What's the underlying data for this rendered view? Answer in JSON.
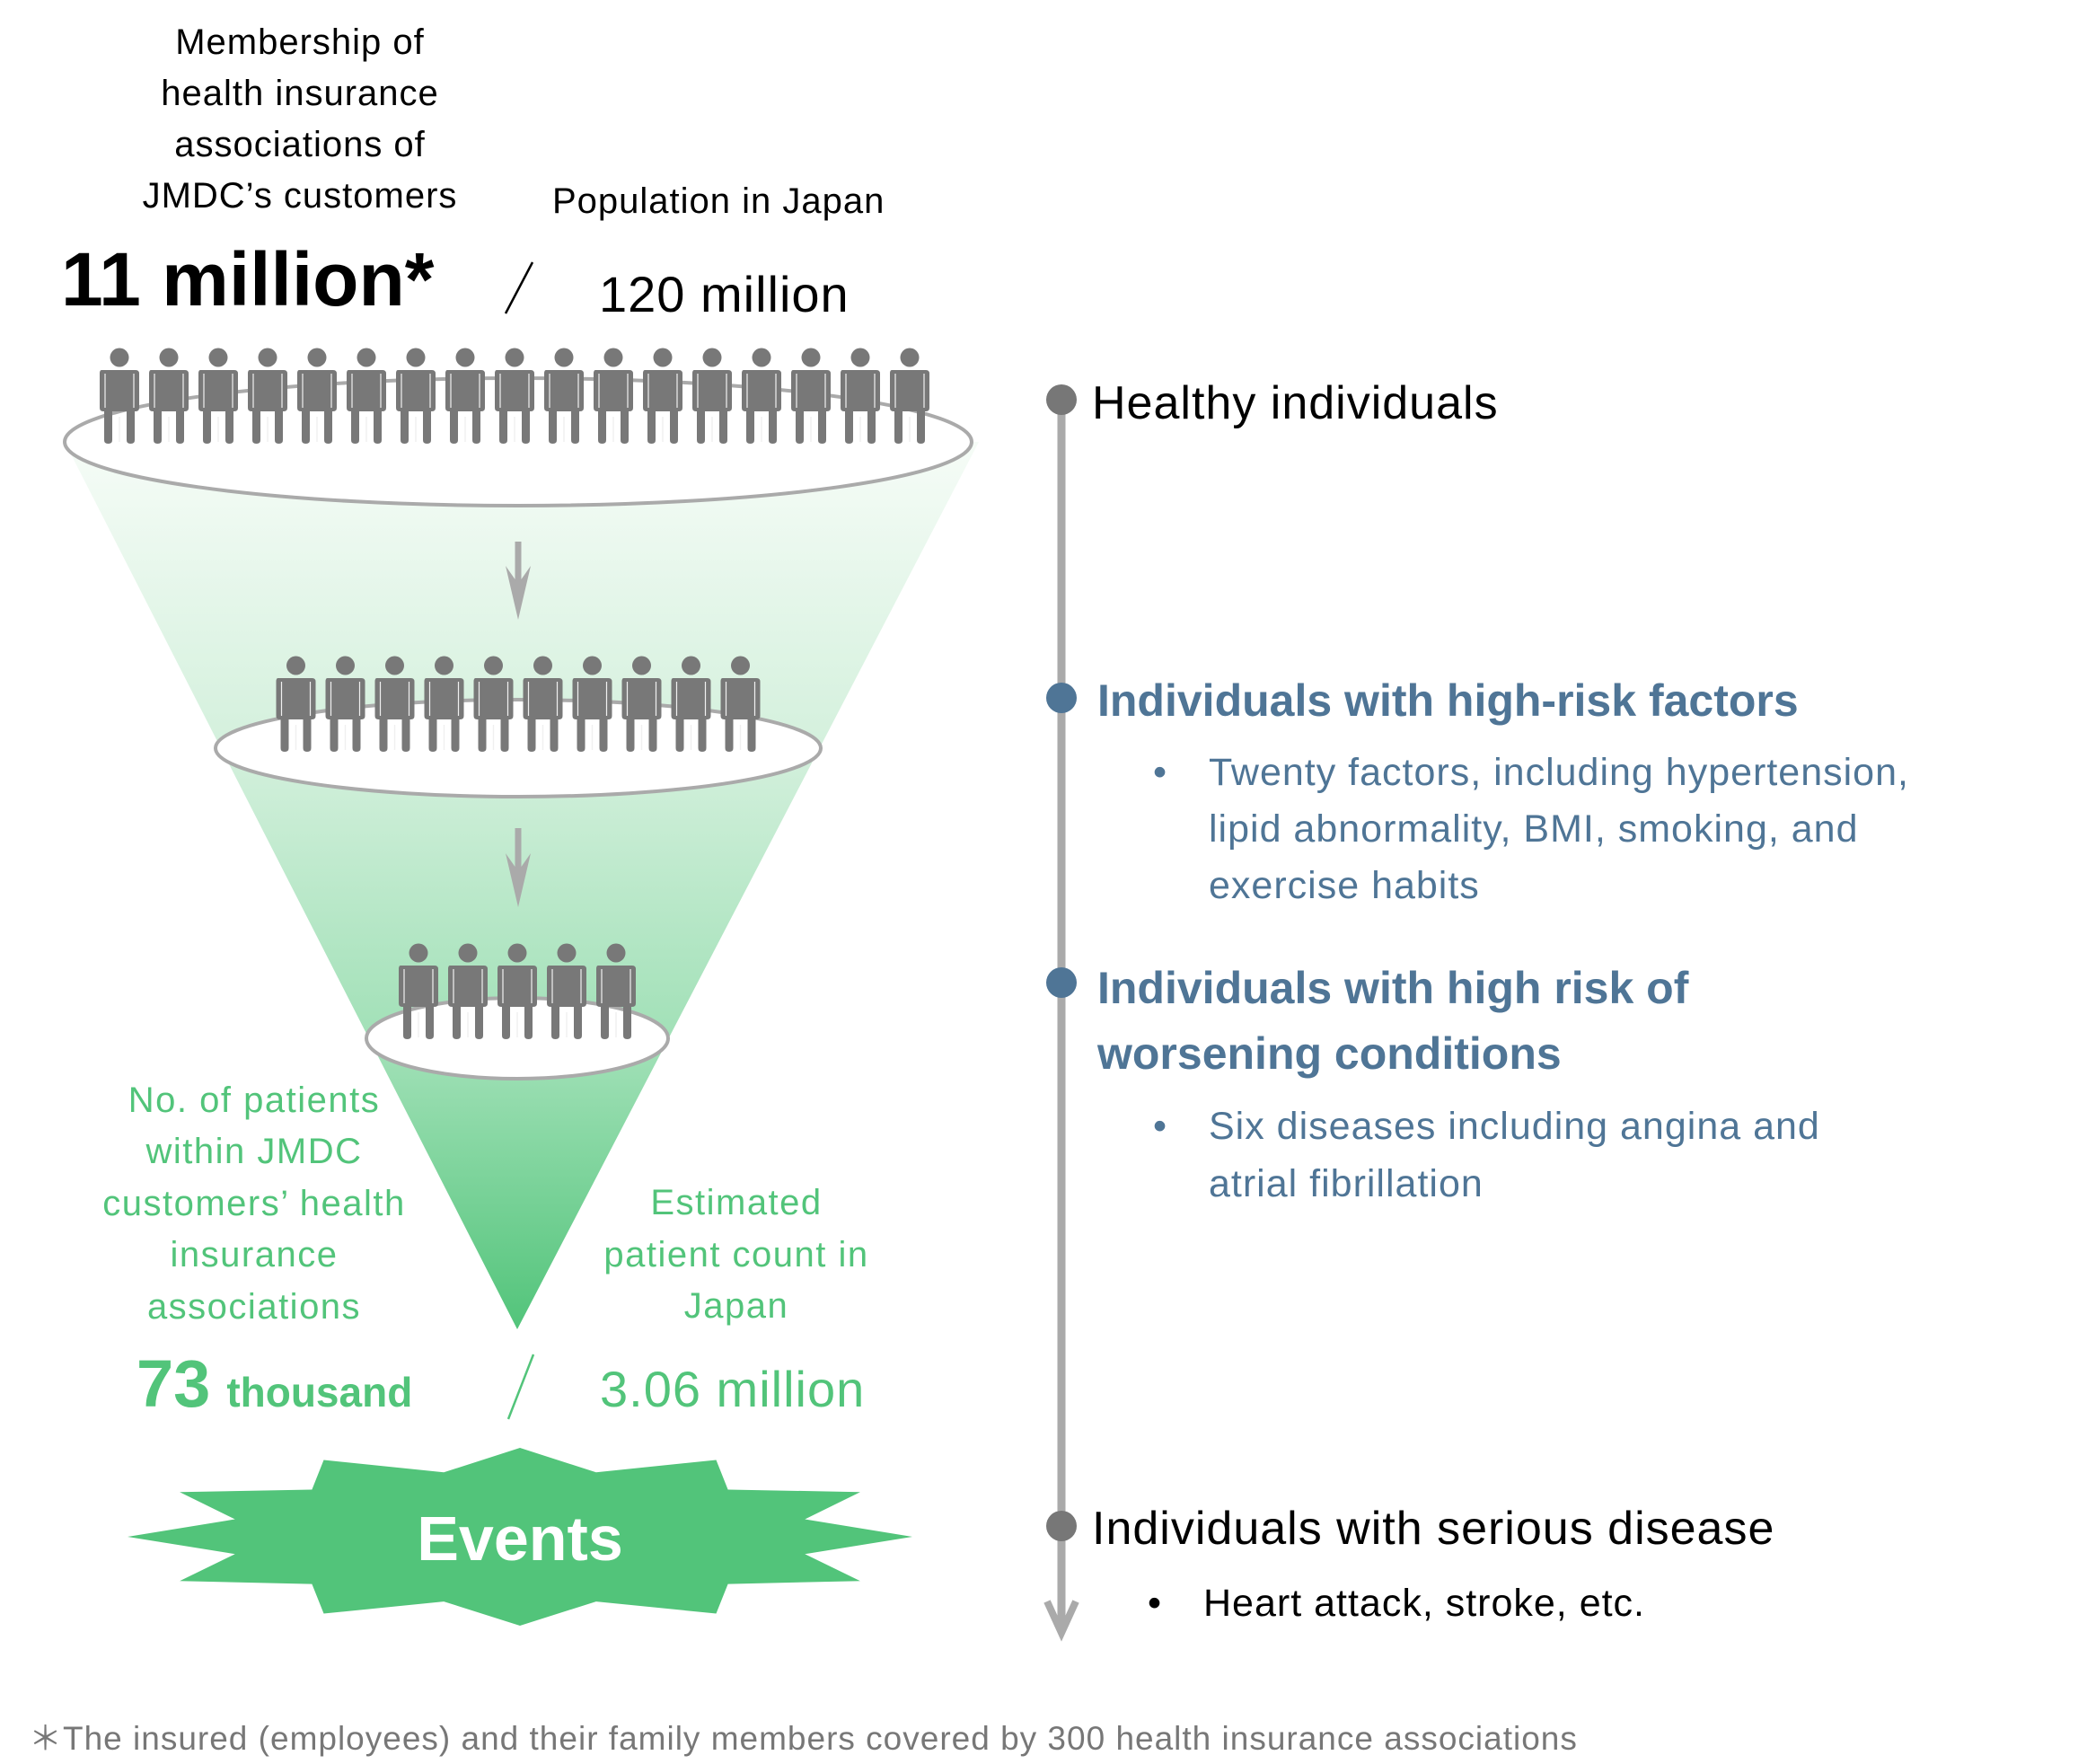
{
  "colors": {
    "green": "#52c47a",
    "blue": "#4f7596",
    "person_gray": "#787878",
    "line_gray": "#aaaaaa",
    "dot_gray": "#777777"
  },
  "funnel": {
    "top": {
      "caption_lines": [
        "Membership of",
        "health insurance",
        "associations of",
        "JMDC’s customers"
      ],
      "value": "11 million*",
      "separator": "/",
      "population_label": "Population in Japan",
      "population_value": "120 million",
      "people_count": 17
    },
    "middle": {
      "people_count": 10
    },
    "lower": {
      "people_count": 5
    },
    "bottom": {
      "patients_caption_lines": [
        "No. of patients",
        "within JMDC",
        "customers’ health",
        "insurance",
        "associations"
      ],
      "patients_value": "73",
      "patients_unit": "thousand",
      "separator": "/",
      "estimated_caption_lines": [
        "Estimated",
        "patient count in",
        "Japan"
      ],
      "estimated_value": "3.06 million"
    },
    "event_label": "Events",
    "icons": {
      "person": "person-icon",
      "arrow": "arrow-down-icon",
      "burst": "starburst-icon"
    }
  },
  "timeline": {
    "stages": [
      {
        "title_lines": [
          "Healthy individuals"
        ],
        "style": "gray",
        "bullets": []
      },
      {
        "title_lines": [
          "Individuals with high-risk factors"
        ],
        "style": "blue",
        "bullets": [
          [
            "Twenty factors, including hypertension,",
            "lipid abnormality, BMI, smoking, and",
            "exercise habits"
          ]
        ]
      },
      {
        "title_lines": [
          "Individuals with high risk of",
          "worsening conditions"
        ],
        "style": "blue",
        "bullets": [
          [
            "Six diseases including angina and",
            "atrial fibrillation"
          ]
        ]
      },
      {
        "title_lines": [
          "Individuals with serious disease"
        ],
        "style": "gray",
        "bullets": [
          [
            "Heart attack, stroke, etc."
          ]
        ]
      }
    ],
    "bullet_glyph": "•"
  },
  "footnote": "＊The insured (employees) and their family members covered by 300 health insurance associations"
}
